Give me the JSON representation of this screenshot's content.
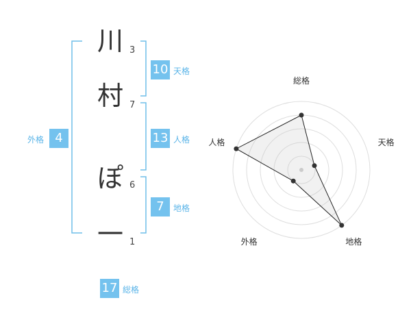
{
  "name": {
    "chars": [
      {
        "char": "川",
        "strokes": "3"
      },
      {
        "char": "村",
        "strokes": "7"
      },
      {
        "char": "ぽ",
        "strokes": "6"
      },
      {
        "char": "一",
        "strokes": "1"
      }
    ]
  },
  "kaku": {
    "tenkaku": {
      "value": "10",
      "label": "天格"
    },
    "jinkaku": {
      "value": "13",
      "label": "人格"
    },
    "chikaku": {
      "value": "7",
      "label": "地格"
    },
    "gaikaku": {
      "value": "4",
      "label": "外格"
    },
    "soukaku": {
      "value": "17",
      "label": "総格"
    }
  },
  "colors": {
    "accent": "#74c2ee",
    "bracket": "#5ab4e8",
    "grid": "#dddddd",
    "fill": "#eeeeee",
    "line": "#222222"
  },
  "chart_data": {
    "type": "radar",
    "axes": [
      "総格",
      "天格",
      "地格",
      "外格",
      "人格"
    ],
    "values": [
      4,
      1,
      5,
      1,
      5
    ],
    "max": 5,
    "rings": 5
  }
}
